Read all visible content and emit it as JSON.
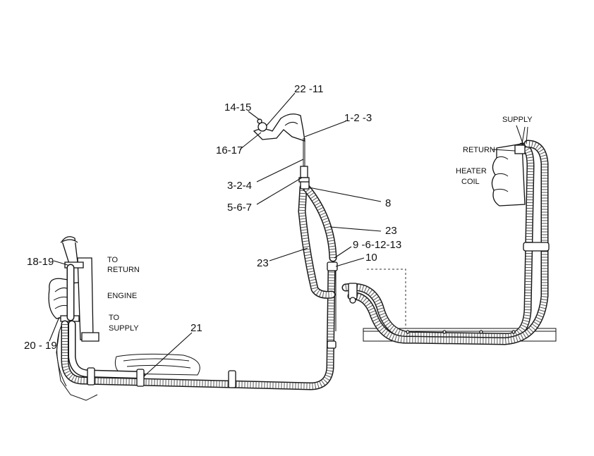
{
  "callouts": {
    "c_22_11": "22 -11",
    "c_14_15": "14-15",
    "c_16_17": "16-17",
    "c_1_2_3": "1-2 -3",
    "c_3_2_4": "3-2-4",
    "c_5_6_7": "5-6-7",
    "c_8": "8",
    "c_23_right": "23",
    "c_23_left": "23",
    "c_9_6_12_13": "9 -6-12-13",
    "c_10": "10",
    "c_18_19": "18-19",
    "c_20_19": "20 - 19",
    "c_21": "21"
  },
  "text_labels": {
    "to_return_1": "TO",
    "to_return_2": "RETURN",
    "engine": "ENGINE",
    "to_supply_1": "TO",
    "to_supply_2": "SUPPLY",
    "supply": "SUPPLY",
    "return": "RETURN",
    "heater_1": "HEATER",
    "heater_2": "COIL"
  }
}
